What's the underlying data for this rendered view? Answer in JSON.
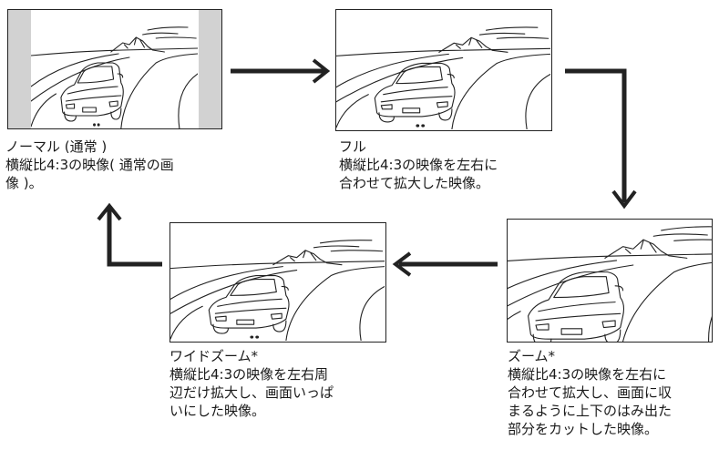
{
  "modes": [
    {
      "id": "normal",
      "title": "ノーマル (通常 )",
      "desc": [
        "横縦比4:3の映像( 通常の画",
        "像 )。"
      ]
    },
    {
      "id": "full",
      "title": "フル",
      "desc": [
        "横縦比4:3の映像を左右に",
        "合わせて拡大した映像。"
      ]
    },
    {
      "id": "wide",
      "title": "ワイドズーム*",
      "desc": [
        "横縦比4:3の映像を左右周",
        "辺だけ拡大し、画面いっぱ",
        "いにした映像。"
      ]
    },
    {
      "id": "zoom",
      "title": "ズーム*",
      "desc": [
        "横縦比4:3の映像を左右に",
        "合わせて拡大し、画面に収",
        "まるように上下のはみ出た",
        "部分をカットした映像。"
      ]
    }
  ],
  "colors": {
    "arrow": "#222222",
    "side_bar": "#d2d2d2",
    "line": "#222222"
  },
  "icons": [
    "car-road-illustration",
    "arrow-right",
    "arrow-down",
    "arrow-left",
    "arrow-up"
  ]
}
